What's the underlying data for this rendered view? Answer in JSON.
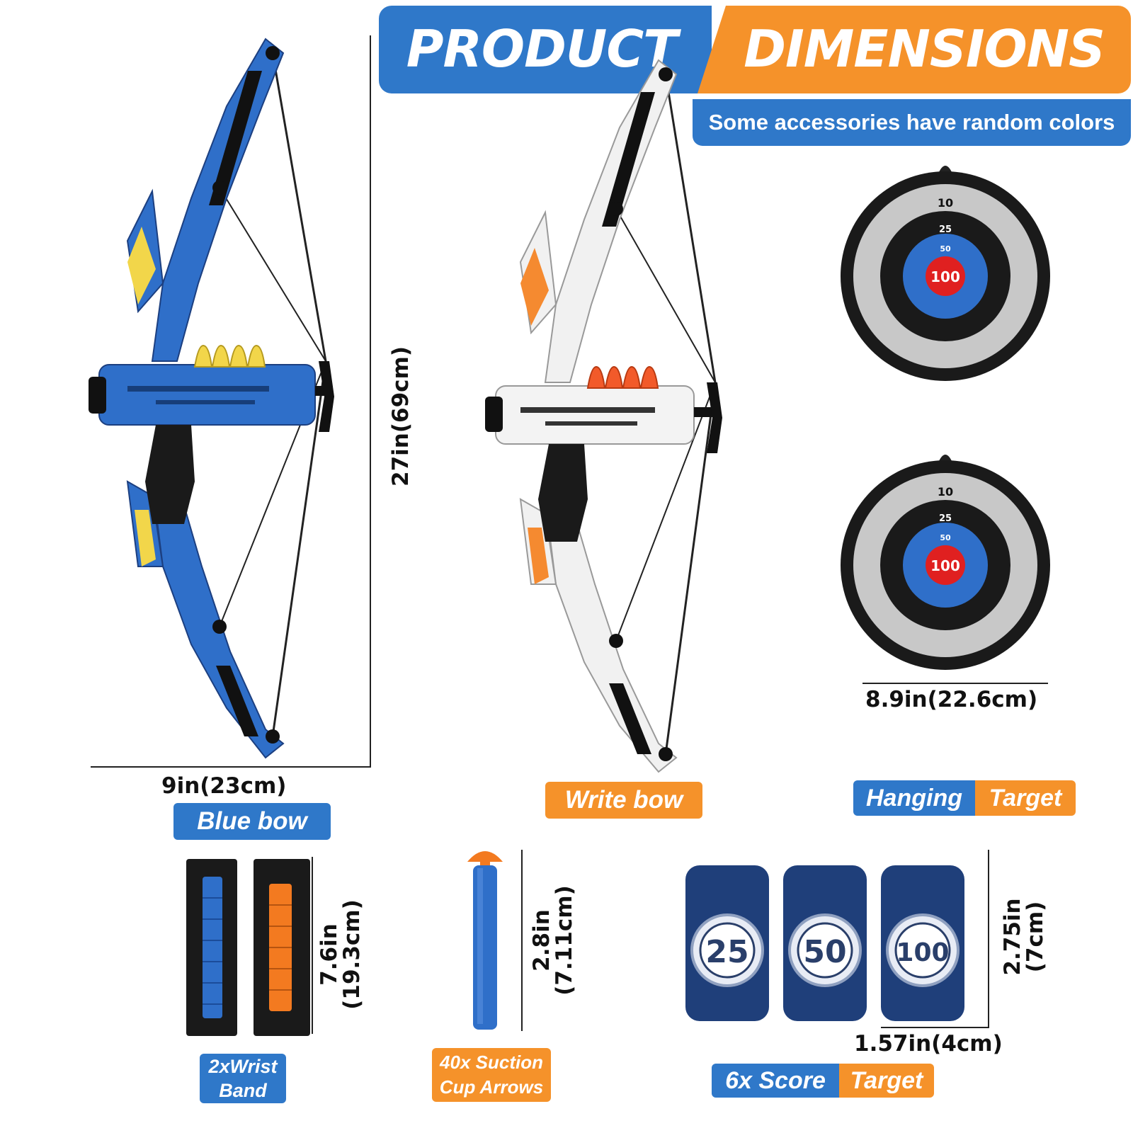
{
  "header": {
    "title_left": "PRODUCT",
    "title_right": "DIMENSIONS",
    "subtitle": "Some accessories have random colors"
  },
  "colors": {
    "brand_blue": "#2f78c9",
    "brand_orange": "#f5922a"
  },
  "blue_bow": {
    "label": "Blue bow",
    "width": "9in(23cm)",
    "height": "27in(69cm)"
  },
  "white_bow": {
    "label": "Write bow"
  },
  "hanging_target": {
    "label_a": "Hanging",
    "label_b": "Target",
    "width": "8.9in(22.6cm)",
    "rings": [
      "10",
      "25",
      "50",
      "100"
    ]
  },
  "wrist_band": {
    "label_line1": "2xWrist",
    "label_line2": "Band",
    "size_line1": "7.6in",
    "size_line2": "(19.3cm)"
  },
  "arrows": {
    "label_line1": "40x  Suction",
    "label_line2": "Cup Arrows",
    "size_line1": "2.8in",
    "size_line2": "(7.11cm)"
  },
  "score_target": {
    "label_a": "6x Score",
    "label_b": "Target",
    "width": "1.57in(4cm)",
    "height_line1": "2.75in",
    "height_line2": "(7cm)",
    "can_values": [
      "25",
      "50",
      "100"
    ]
  }
}
